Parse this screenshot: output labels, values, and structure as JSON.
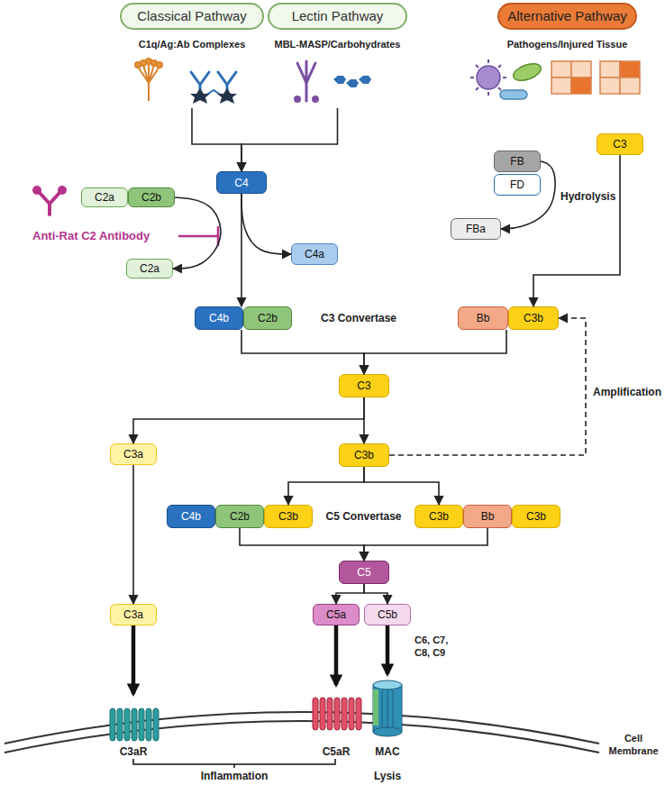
{
  "diagram": {
    "nodes": [
      {
        "text": [
          "Classical Pathway",
          "C1q/Ag:Ab Complexes"
        ]
      },
      {
        "text": [
          "Lectin Pathway",
          "MBL-MASP/Carbohydrates"
        ]
      },
      {
        "text": [
          "Alternative Pathway",
          "Pathogens/Injured Tissue"
        ]
      },
      {
        "text": [
          "C4"
        ]
      },
      {
        "text": [
          "C2a"
        ]
      },
      {
        "text": [
          "C2b"
        ]
      },
      {
        "text": [
          "C4a"
        ]
      },
      {
        "text": [
          "C2a"
        ]
      },
      {
        "text": [
          "C4b"
        ]
      },
      {
        "text": [
          "C2b"
        ]
      },
      {
        "text": [
          "FB"
        ]
      },
      {
        "text": [
          "FD"
        ]
      },
      {
        "text": [
          "C3"
        ]
      },
      {
        "text": [
          "FBa"
        ]
      },
      {
        "text": [
          "Bb"
        ]
      },
      {
        "text": [
          "C3b"
        ]
      },
      {
        "text": [
          "C3"
        ]
      },
      {
        "text": [
          "C3a"
        ]
      },
      {
        "text": [
          "C3b"
        ]
      },
      {
        "text": [
          "C4b"
        ]
      },
      {
        "text": [
          "C2b"
        ]
      },
      {
        "text": [
          "C3b"
        ]
      },
      {
        "text": [
          "C3b"
        ]
      },
      {
        "text": [
          "Bb"
        ]
      },
      {
        "text": [
          "C3b"
        ]
      },
      {
        "text": [
          "C5"
        ]
      },
      {
        "text": [
          "C3a"
        ]
      },
      {
        "text": [
          "C5a"
        ]
      },
      {
        "text": [
          "C5b"
        ]
      }
    ],
    "edges": [
      {
        "from": 0,
        "to": 3,
        "arrow": "to"
      },
      {
        "from": 1,
        "to": 3,
        "arrow": "to"
      },
      {
        "from": 5,
        "to": 7,
        "arrow": "to"
      },
      {
        "from": 3,
        "to": 6,
        "arrow": "to"
      },
      {
        "from": 3,
        "to": 8,
        "arrow": "to"
      },
      {
        "from": 10,
        "to": 13,
        "arrow": "to"
      },
      {
        "from": 12,
        "to": 15,
        "arrow": "to"
      },
      {
        "from": 8,
        "to": 16,
        "arrow": "to"
      },
      {
        "from": 14,
        "to": 16,
        "arrow": "to"
      },
      {
        "from": 16,
        "to": 17,
        "arrow": "to"
      },
      {
        "from": 16,
        "to": 18,
        "arrow": "to"
      },
      {
        "from": 18,
        "to": 15,
        "arrow": "to"
      },
      {
        "from": 18,
        "to": 21,
        "arrow": "to"
      },
      {
        "from": 18,
        "to": 22,
        "arrow": "to"
      },
      {
        "from": 17,
        "to": 26,
        "arrow": "to"
      },
      {
        "from": 20,
        "to": 25,
        "arrow": "to"
      },
      {
        "from": 23,
        "to": 25,
        "arrow": "to"
      },
      {
        "from": 25,
        "to": 27,
        "arrow": "to"
      },
      {
        "from": 25,
        "to": 28,
        "arrow": "to"
      }
    ],
    "labels": [
      "Anti-Rat C2 Antibody",
      "C3 Convertase",
      "Hydrolysis",
      "Amplification",
      "C5 Convertase",
      "C6, C7, C8, C9",
      "C3aR",
      "C5aR",
      "MAC",
      "Cell Membrane",
      "Inflammation",
      "Lysis"
    ]
  }
}
